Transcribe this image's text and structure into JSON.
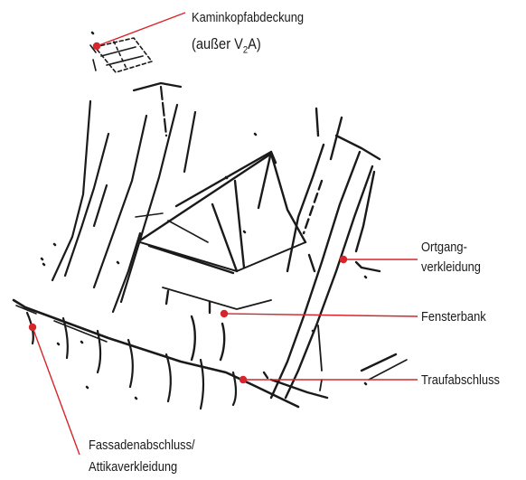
{
  "labels": {
    "kaminkopf": {
      "line1": "Kaminkopfabdeckung",
      "line2_pre": "(außer V",
      "line2_sub": "2",
      "line2_post": "A)"
    },
    "ortgang": {
      "line1": "Ortgang-",
      "line2": "verkleidung"
    },
    "fensterbank": {
      "text": "Fensterbank"
    },
    "traufabschluss": {
      "text": "Traufabschluss"
    },
    "fassade": {
      "line1": "Fassadenabschluss/",
      "line2": "Attikaverkleidung"
    }
  },
  "colors": {
    "leader": "#d6262b",
    "drawing": "#1a1a1a",
    "background": "#ffffff"
  }
}
